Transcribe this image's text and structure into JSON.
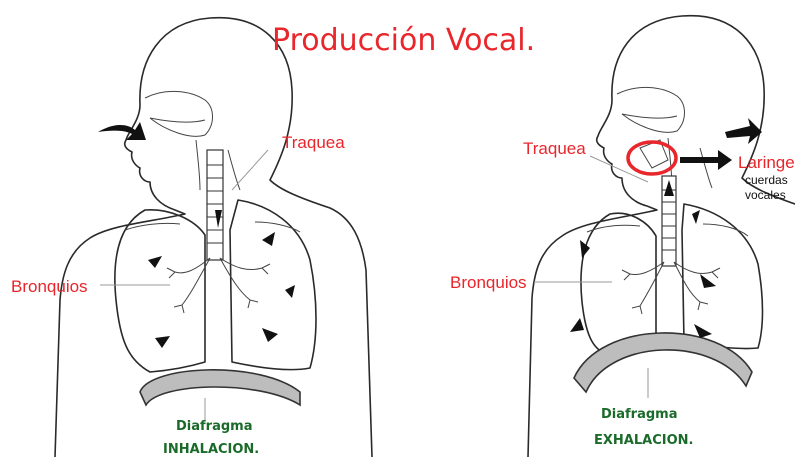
{
  "title": "Producción Vocal.",
  "left_figure": {
    "label_traquea": "Traquea",
    "label_bronquios": "Bronquios",
    "label_diafragma": "Diafragma",
    "caption": "INHALACION."
  },
  "right_figure": {
    "label_traquea": "Traquea",
    "label_bronquios": "Bronquios",
    "label_laringe": "Laringe",
    "label_cuerdas": "cuerdas",
    "label_vocales": "vocales",
    "label_diafragma": "Diafragma",
    "caption": "EXHALACION."
  },
  "colors": {
    "label_red": "#e8262b",
    "label_green": "#1a6b2a",
    "diaphragm_gray": "#bdbdbd"
  }
}
